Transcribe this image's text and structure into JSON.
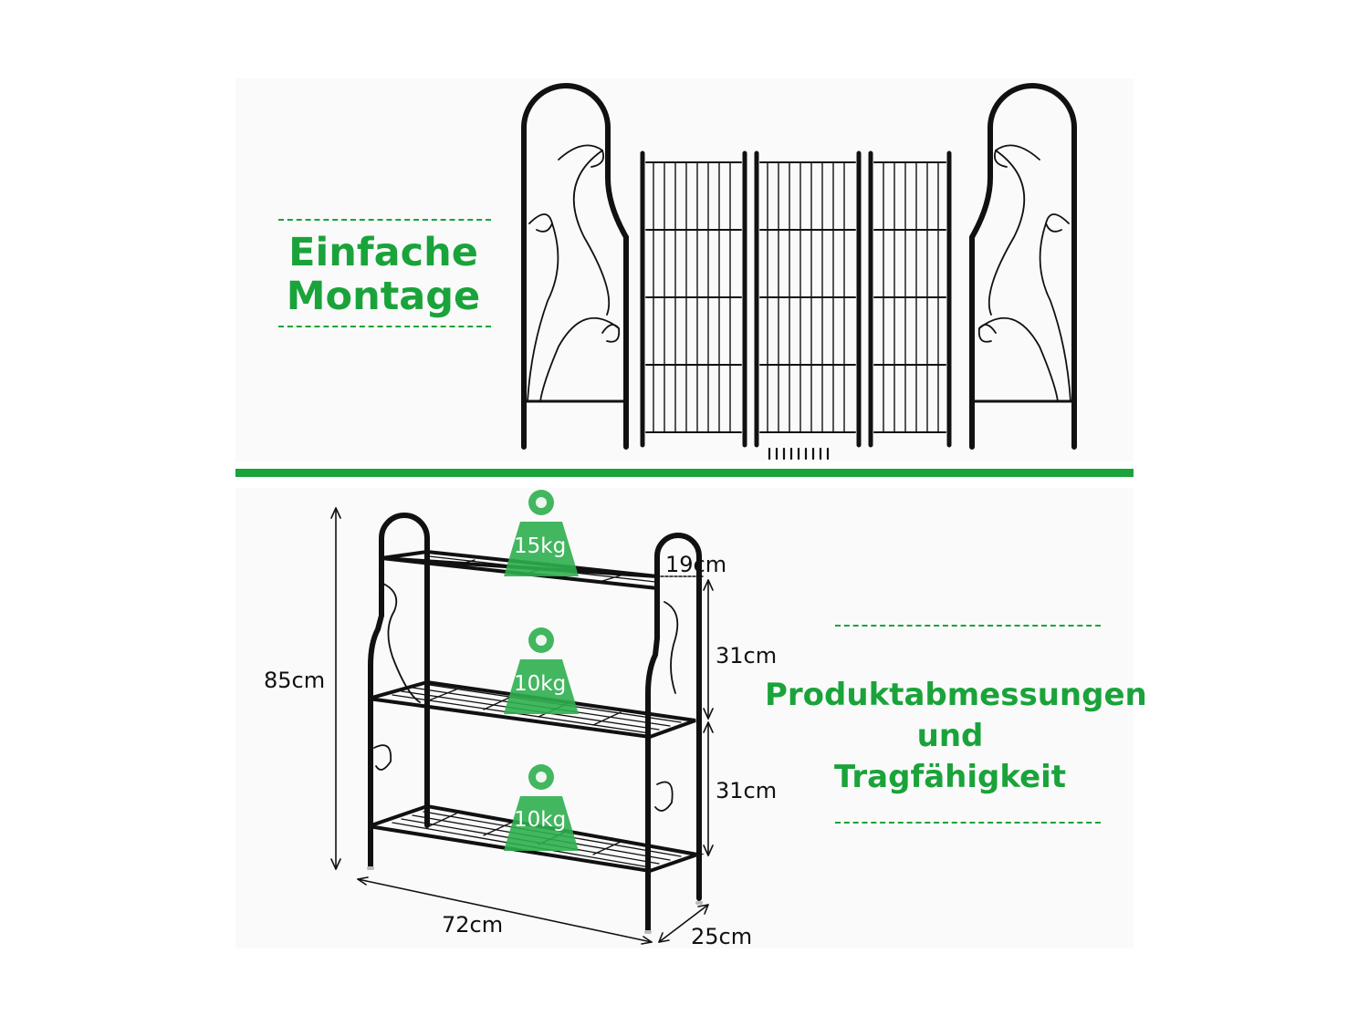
{
  "assembly": {
    "heading_line1": "Einfache",
    "heading_line2": "Montage"
  },
  "dimensions": {
    "heading_line1": "Produktabmessungen",
    "heading_line2": "und",
    "heading_line3": "Tragfähigkeit",
    "height": "85cm",
    "width": "72cm",
    "depth": "25cm",
    "arch_height": "19cm",
    "shelf_gap_upper": "31cm",
    "shelf_gap_lower": "31cm"
  },
  "load_capacity": [
    {
      "label": "15kg"
    },
    {
      "label": "10kg"
    },
    {
      "label": "10kg"
    }
  ],
  "colors": {
    "accent": "#1aa33a",
    "weight_icon": "#2fae4f",
    "frame": "#111111"
  }
}
